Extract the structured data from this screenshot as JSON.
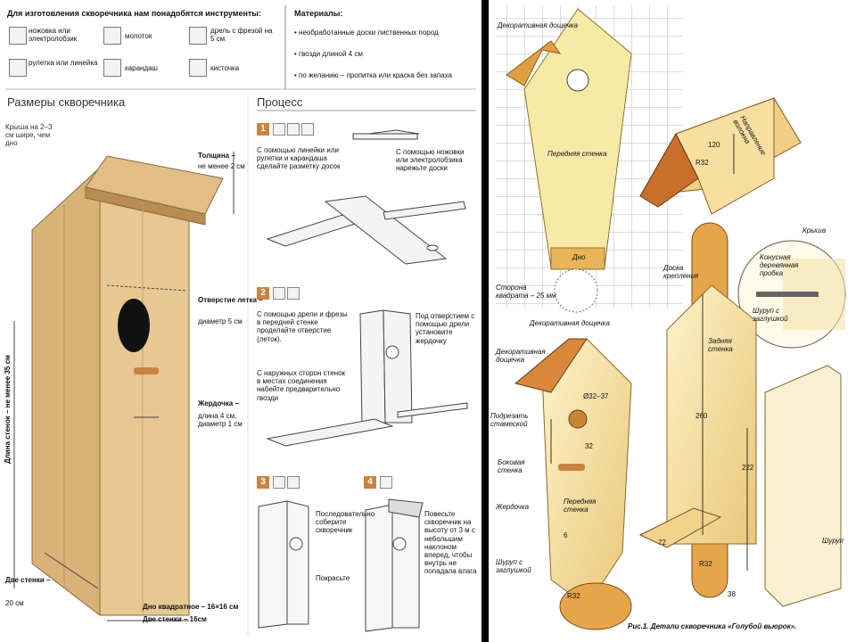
{
  "left": {
    "tools_title": "Для изготовления скворечника нам понадобятся инструменты:",
    "tools": [
      {
        "label": "ножовка или электролобзик",
        "icon": "saw-icon"
      },
      {
        "label": "молоток",
        "icon": "hammer-icon"
      },
      {
        "label": "дрель с фрезой на 5 см",
        "icon": "drill-icon"
      },
      {
        "label": "рулетка или линейка",
        "icon": "tape-measure-icon"
      },
      {
        "label": "карандаш",
        "icon": "pencil-icon"
      },
      {
        "label": "кисточка",
        "icon": "brush-icon"
      }
    ],
    "materials_title": "Материалы:",
    "materials": [
      "необработанные доски лиственных пород",
      "гвозди длиной 4 см",
      "по желанию – пропитка или краска без запаха"
    ],
    "dims_title": "Размеры скворечника",
    "roof_note": "Крыша на 2–3 см шире, чем дно",
    "thickness": {
      "title": "Толщина –",
      "value": "не менее 2 см"
    },
    "hole": {
      "title": "Отверстие летка –",
      "value": "диаметр 5 см"
    },
    "perch": {
      "title": "Жердочка –",
      "value": "длина 4 см, диаметр 1 см"
    },
    "wall_length": "Длина стенок – не менее 35 см",
    "two_walls": {
      "title": "Две стенки –",
      "value": "20 см"
    },
    "bottom": {
      "title": "Дно квадратное –",
      "value": "16×16 см"
    },
    "two_walls_b": {
      "title": "Две стенки –",
      "value": "16см"
    },
    "process_title": "Процесс",
    "steps": [
      {
        "num": "1",
        "text_a": "С помощью линейки или рулетки и карандаша сделайте разметку досок",
        "text_b": "С помощью ножовки или электролобзика нарежьте доски"
      },
      {
        "num": "2",
        "text_a": "С помощью дрели и фрезы в передней стенке проделайте отверстие (леток).",
        "text_b": "Под отверстием с помощью дрели установите жердочку",
        "text_c": "С наружных сторон стенок в местах соединения набейте предварительно гвозди"
      },
      {
        "num": "3",
        "text_a": "Последовательно соберите скворечник",
        "text_b": "Покрасьте"
      },
      {
        "num": "4",
        "text_a": "Повесьте скворечник на высоту от 3 м с небольшим наклоном вперед, чтобы внутрь не попадала влага"
      }
    ]
  },
  "right": {
    "labels": {
      "deco_top": "Декоративная дощечка",
      "front_wall_top": "Передняя стенка",
      "bottom_top": "Дно",
      "square_side": "Сторона квадрата – 25 мм",
      "deco_mid": "Декоративная дощечка",
      "roof": "Крыша",
      "fiber_dir": "Направление волокна",
      "dim_120": "120",
      "r32_roof": "R32",
      "mount_board": "Доска крепления",
      "plug": "Конусная деревянная пробка",
      "screw_cap": "Шуруп с заглушкой",
      "back_wall": "Задняя стенка",
      "dim_260": "260",
      "dim_222": "222",
      "screw": "Шуруп",
      "deco_left": "Декоративная дощечка",
      "trimmed": "Подрезать стамеской",
      "side_wall": "Боковая стенка",
      "perch": "Жердочка",
      "front_wall": "Передняя стенка",
      "hole_d": "Ø32–37",
      "dim_32": "32",
      "dim_6": "6",
      "screw_cap2": "Шуруп с заглушкой",
      "r32_a": "R32",
      "r32_b": "R32",
      "dim_72": "72",
      "dim_38": "38",
      "caption": "Рис.1. Детали скворечника «Голубой вьюрок»."
    }
  }
}
